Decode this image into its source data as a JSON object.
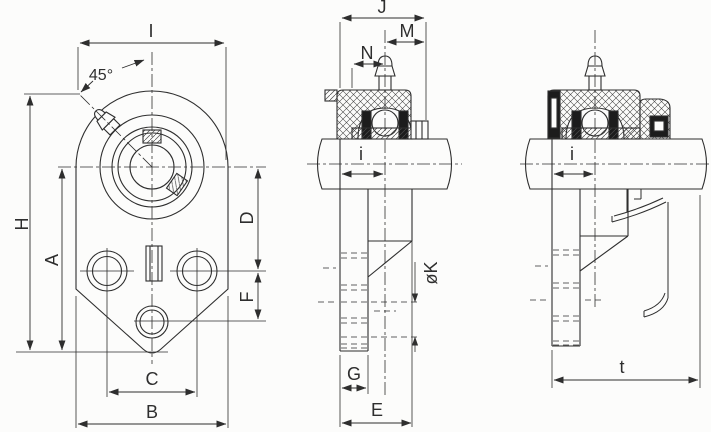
{
  "drawing": {
    "kind": "bearing-unit engineering drawing, three orthographic section views",
    "line_color": "#2e2e2e",
    "background_color": "#fcfcfb",
    "views": [
      {
        "id": "front-view",
        "description": "front view of 3-bolt flange bracket bearing with grease fitting at 45 degrees"
      },
      {
        "id": "side-section-view",
        "description": "side cross-section of open bearing unit on shaft"
      },
      {
        "id": "side-covered-view",
        "description": "side cross-section of bearing unit with end cover on shaft"
      }
    ],
    "labels": {
      "front": {
        "I": "I",
        "H": "H",
        "A": "A",
        "C": "C",
        "B": "B",
        "D": "D",
        "F": "F",
        "angle": "45°"
      },
      "side": {
        "J": "J",
        "M": "M",
        "N": "N",
        "i": "i",
        "G": "G",
        "E": "E",
        "K": "øK"
      },
      "covered": {
        "i": "i",
        "t": "t"
      }
    }
  }
}
